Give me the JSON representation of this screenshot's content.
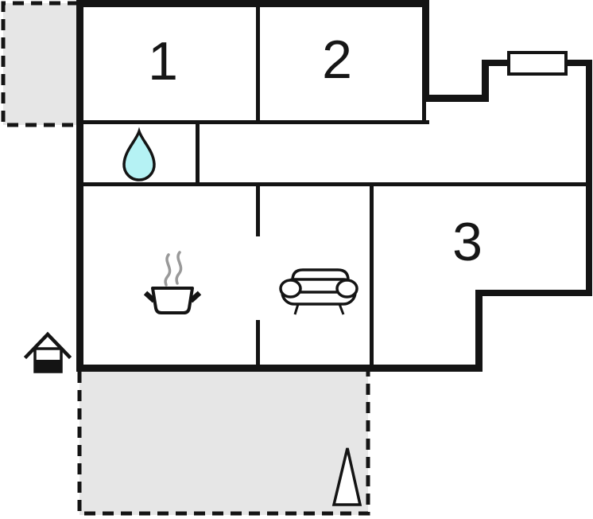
{
  "floorplan": {
    "rooms": [
      {
        "name": "room-1",
        "label": "1"
      },
      {
        "name": "room-2",
        "label": "2"
      },
      {
        "name": "room-3",
        "label": "3"
      }
    ],
    "icons": [
      "water-drop-icon",
      "cooking-pot-icon",
      "steam-icon",
      "sofa-icon",
      "house-entrance-icon",
      "window-icon",
      "tree-icon"
    ],
    "colors": {
      "wall": "#141414",
      "terrace_fill": "#e6e6e6",
      "drop_fill": "#b5f2f4",
      "steam": "#999999",
      "icon_fill": "#ffffff"
    }
  }
}
